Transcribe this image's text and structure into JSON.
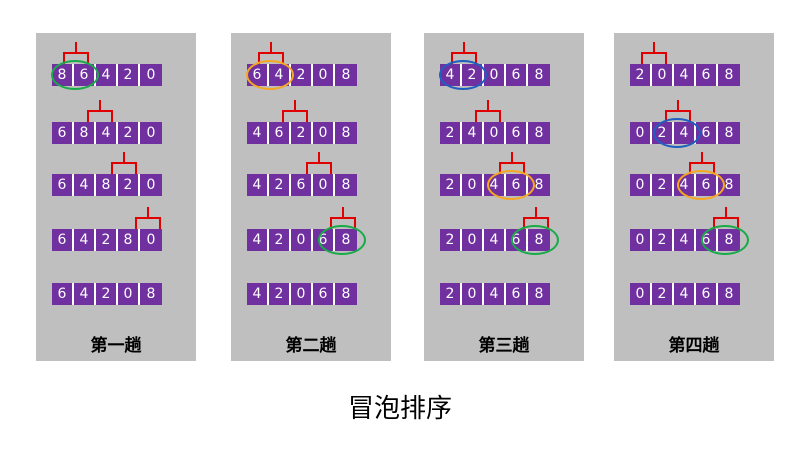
{
  "colors": {
    "panel_bg": "#bfbfbf",
    "cell_bg": "#7030a0",
    "cell_text": "#ffffff",
    "bracket": "#e00000",
    "ring_green": "#1aaa4a",
    "ring_orange": "#f5a623",
    "ring_blue": "#1f5fbf"
  },
  "caption": "冒泡排序",
  "passes": [
    {
      "title": "第一趟",
      "rows": [
        {
          "values": [
            "8",
            "6",
            "4",
            "2",
            "0"
          ],
          "bracket": 0,
          "ring": {
            "at": 0,
            "color": "green"
          }
        },
        {
          "values": [
            "6",
            "8",
            "4",
            "2",
            "0"
          ],
          "bracket": 1
        },
        {
          "values": [
            "6",
            "4",
            "8",
            "2",
            "0"
          ],
          "bracket": 2
        },
        {
          "values": [
            "6",
            "4",
            "2",
            "8",
            "0"
          ],
          "bracket": 3
        },
        {
          "values": [
            "6",
            "4",
            "2",
            "0",
            "8"
          ]
        }
      ]
    },
    {
      "title": "第二趟",
      "rows": [
        {
          "values": [
            "6",
            "4",
            "2",
            "0",
            "8"
          ],
          "bracket": 0,
          "ring": {
            "at": 0,
            "color": "orange"
          }
        },
        {
          "values": [
            "4",
            "6",
            "2",
            "0",
            "8"
          ],
          "bracket": 1
        },
        {
          "values": [
            "4",
            "2",
            "6",
            "0",
            "8"
          ],
          "bracket": 2
        },
        {
          "values": [
            "4",
            "2",
            "0",
            "6",
            "8"
          ],
          "bracket": 3,
          "ring": {
            "at": 3,
            "color": "green"
          }
        },
        {
          "values": [
            "4",
            "2",
            "0",
            "6",
            "8"
          ]
        }
      ]
    },
    {
      "title": "第三趟",
      "rows": [
        {
          "values": [
            "4",
            "2",
            "0",
            "6",
            "8"
          ],
          "bracket": 0,
          "ring": {
            "at": 0,
            "color": "blue"
          }
        },
        {
          "values": [
            "2",
            "4",
            "0",
            "6",
            "8"
          ],
          "bracket": 1
        },
        {
          "values": [
            "2",
            "0",
            "4",
            "6",
            "8"
          ],
          "bracket": 2,
          "ring": {
            "at": 2,
            "color": "orange"
          }
        },
        {
          "values": [
            "2",
            "0",
            "4",
            "6",
            "8"
          ],
          "bracket": 3,
          "ring": {
            "at": 3,
            "color": "green"
          }
        },
        {
          "values": [
            "2",
            "0",
            "4",
            "6",
            "8"
          ]
        }
      ]
    },
    {
      "title": "第四趟",
      "rows": [
        {
          "values": [
            "2",
            "0",
            "4",
            "6",
            "8"
          ],
          "bracket": 0
        },
        {
          "values": [
            "0",
            "2",
            "4",
            "6",
            "8"
          ],
          "bracket": 1,
          "ring": {
            "at": 1,
            "color": "blue"
          }
        },
        {
          "values": [
            "0",
            "2",
            "4",
            "6",
            "8"
          ],
          "bracket": 2,
          "ring": {
            "at": 2,
            "color": "orange"
          }
        },
        {
          "values": [
            "0",
            "2",
            "4",
            "6",
            "8"
          ],
          "bracket": 3,
          "ring": {
            "at": 3,
            "color": "green"
          }
        },
        {
          "values": [
            "0",
            "2",
            "4",
            "6",
            "8"
          ]
        }
      ]
    }
  ]
}
